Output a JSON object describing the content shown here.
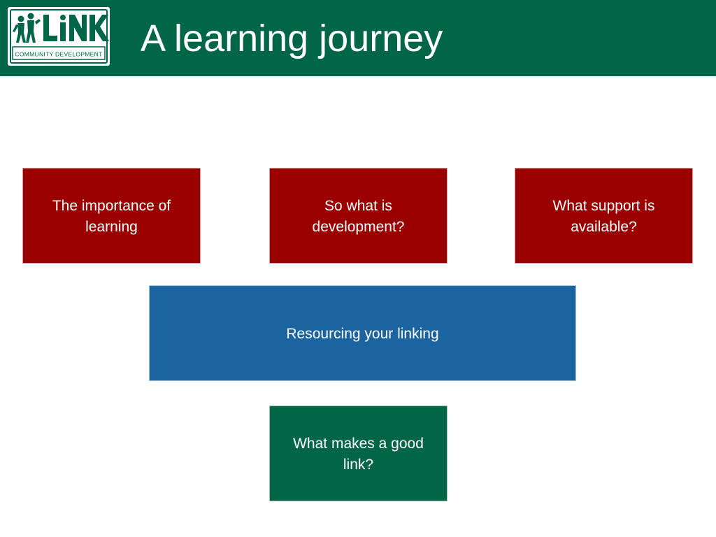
{
  "header": {
    "title": "A learning journey",
    "background": "#006646"
  },
  "logo": {
    "name": "LiNK",
    "tagline": "COMMUNITY DEVELOPMENT"
  },
  "boxes": [
    {
      "label": "The importance of learning",
      "color": "#9b0000"
    },
    {
      "label": "So what is development?",
      "color": "#9b0000"
    },
    {
      "label": "What support is available?",
      "color": "#9b0000"
    },
    {
      "label": "Resourcing your linking",
      "color": "#1b64a0"
    },
    {
      "label": "What makes a good link?",
      "color": "#006646"
    }
  ]
}
